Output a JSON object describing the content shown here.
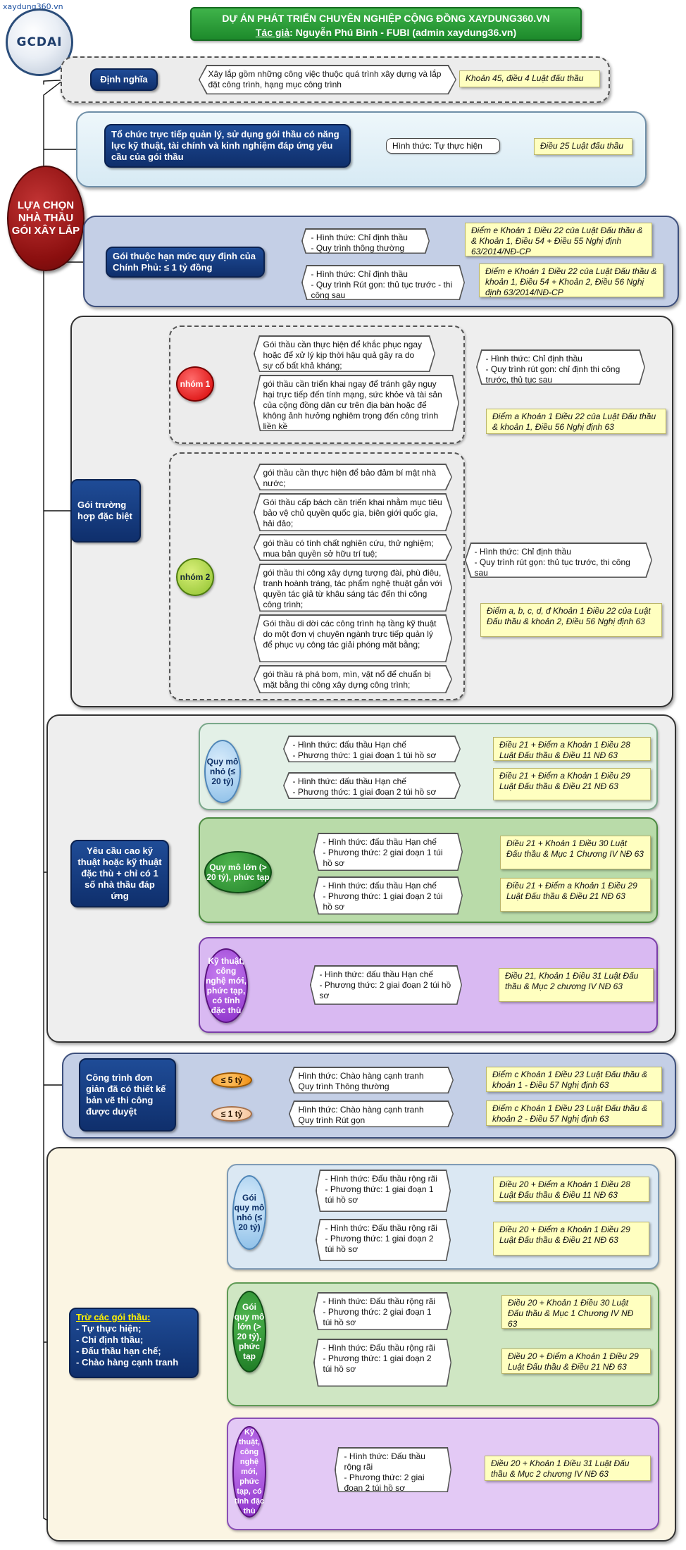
{
  "header": {
    "watermark": "xaydung360.vn",
    "logo_text": "GCDAI",
    "title_line1": "DỰ ÁN PHÁT TRIỂN CHUYÊN NGHIỆP CỘNG ĐỒNG XAYDUNG360.VN",
    "author_label": "Tác giả",
    "author_value": ": Nguyễn Phú Bình - FUBI (admin xaydung36.vn)"
  },
  "root": {
    "label": "LỰA CHỌN NHÀ THẦU GÓI XÂY LẮP"
  },
  "definition": {
    "label": "Định nghĩa",
    "text": "Xây lắp gồm những công việc thuộc quá trình xây dựng và lắp đặt công trình, hạng mục công trình",
    "ref": "Khoản 45, điều 4 Luật đấu thầu"
  },
  "self_exec": {
    "label": "Tổ chức trực tiếp quản lý, sử dụng gói thầu có năng lực kỹ thuật, tài chính và kinh nghiệm đáp ứng yêu cầu của gói thầu",
    "form": "Hình thức: Tự thực hiện",
    "ref": "Điều 25 Luật đấu thầu"
  },
  "gov_limit": {
    "label": "Gói thuộc hạn mức quy định của Chính Phủ: ≤ 1 tỷ đồng",
    "opt1": "- Hình thức: Chỉ định thầu\n- Quy trình thông thường",
    "ref1": "Điểm e Khoản 1 Điều 22 của Luật Đấu thầu & & Khoản 1, Điều 54 + Điều 55 Nghị định 63/2014/NĐ-CP",
    "opt2": "- Hình thức: Chỉ định thầu\n- Quy trình Rút gọn: thủ tục trước - thi công sau",
    "ref2": "Điểm e Khoản 1 Điều 22 của Luật Đấu thầu & khoản 1, Điều 54 + Khoản 2, Điều 56 Nghị định 63/2014/NĐ-CP"
  },
  "special": {
    "label": "Gói trường hợp đặc biệt",
    "group1": {
      "label": "nhóm 1",
      "items": [
        "Gói thầu cần thực hiện để khắc phục ngay hoặc để xử lý kịp thời hậu quả gây ra do sự cố bất khả kháng;",
        "gói thầu cần triển khai ngay để tránh gây nguy hại trực tiếp đến tính mạng, sức khỏe và tài sản của cộng đồng dân cư trên địa bàn hoặc để không ảnh hưởng nghiêm trọng đến công trình liền kề"
      ],
      "form": "- Hình thức: Chỉ định thầu\n- Quy trình rút gọn: chỉ định thi công trước, thủ tục sau",
      "ref": "Điểm a Khoản 1 Điều 22 của Luật Đấu thầu & khoản 1, Điều 56 Nghị định 63"
    },
    "group2": {
      "label": "nhóm 2",
      "items": [
        "gói thầu cần thực hiện để bảo đảm bí mật nhà nước;",
        "Gói thầu cấp bách cần triển khai nhằm mục tiêu bảo vệ chủ quyền quốc gia, biên giới quốc gia, hải đảo;",
        "gói thầu có tính chất nghiên cứu, thử nghiệm; mua bản quyền sở hữu trí tuệ;",
        "gói thầu thi công xây dựng tượng đài, phù điêu, tranh hoành tráng, tác phẩm nghệ thuật gắn với quyền tác giả từ khâu sáng tác đến thi công công trình;",
        "Gói thầu di dời các công trình hạ tầng kỹ thuật do một đơn vị chuyên ngành trực tiếp quản lý để phục vụ công tác giải phóng mặt bằng;",
        "gói thầu rà phá bom, mìn, vật nổ để chuẩn bị mặt bằng thi công xây dựng công trình;"
      ],
      "form": "- Hình thức: Chỉ định thầu\n- Quy trình rút gọn: thủ tục trước, thi công sau",
      "ref": "Điểm a, b, c, d, đ Khoản 1 Điều 22 của Luật Đấu thầu & khoản 2, Điều 56 Nghị định 63"
    }
  },
  "high_tech": {
    "label": "Yêu cầu cao kỹ thuật hoặc kỹ thuật đặc thù + chỉ có 1 số nhà thầu đáp ứng",
    "small": {
      "label": "Quy mô nhỏ (≤ 20 tỷ)",
      "opt1": "- Hình thức: đấu thầu Hạn chế\n- Phương thức: 1 giai đoạn 1 túi hồ sơ",
      "ref1": "Điều 21 + Điểm a Khoản 1 Điều 28 Luật Đấu thầu & Điều 11 NĐ 63",
      "opt2": "- Hình thức: đấu thầu Hạn chế\n- Phương thức: 1 giai đoạn 2 túi hồ sơ",
      "ref2": "Điều 21 + Điểm a Khoản 1 Điều 29 Luật Đấu thầu & Điều 21 NĐ 63"
    },
    "large": {
      "label": "Quy mô lớn (> 20 tỷ), phức tạp",
      "opt1": "- Hình thức: đấu thầu Hạn chế\n- Phương thức: 2 giai đoạn 1 túi hồ sơ",
      "ref1": "Điều 21 + Khoản 1 Điều 30 Luật Đấu thầu & Mục 1 Chương IV NĐ 63",
      "opt2": "- Hình thức: đấu thầu Hạn chế\n- Phương thức: 1 giai đoạn 2 túi hồ sơ",
      "ref2": "Điều 21 + Điểm a Khoản 1 Điều 29 Luật Đấu thầu & Điều 21 NĐ 63"
    },
    "new_tech": {
      "label": "Kỹ thuật, công nghệ mới, phức tạp, có tính đặc thù",
      "opt1": "- Hình thức: đấu thầu Hạn chế\n- Phương thức: 2 giai đoạn 2 túi hồ sơ",
      "ref1": "Điều 21, Khoản 1 Điều 31 Luật Đấu thầu & Mục 2 chương IV NĐ 63"
    }
  },
  "simple": {
    "label": "Công trình đơn giản đã có thiết kế bản vẽ thi công được duyệt",
    "tier1": "≤ 5 tỷ",
    "opt1": "Hình thức: Chào hàng cạnh tranh\nQuy trình Thông thường",
    "ref1": "Điểm c Khoản 1 Điều 23 Luật Đấu thầu & khoản 1 - Điều 57 Nghị định 63",
    "tier2": "≤ 1 tỷ",
    "opt2": "Hình thức: Chào hàng cạnh tranh\nQuy trình Rút gọn",
    "ref2": "Điểm c Khoản 1 Điều 23 Luật Đấu thầu & khoản 2 - Điều 57 Nghị định 63"
  },
  "except": {
    "title": "Trừ các gói thầu:",
    "items": [
      "- Tự thực hiện;",
      "- Chỉ định thầu;",
      "- Đấu thầu hạn chế;",
      "- Chào hàng cạnh tranh"
    ],
    "small": {
      "label": "Gói quy mô nhỏ (≤ 20 tỷ)",
      "opt1": "- Hình thức: Đấu thầu rộng rãi\n- Phương thức: 1 giai đoạn 1 túi hồ sơ",
      "ref1": "Điều 20 + Điểm a Khoản 1 Điều 28 Luật Đấu thầu & Điều 11 NĐ 63",
      "opt2": "- Hình thức: Đấu thầu rộng rãi\n- Phương thức: 1 giai đoạn 2 túi hồ sơ",
      "ref2": "Điều 20 + Điểm a Khoản 1 Điều 29 Luật Đấu thầu & Điều 21 NĐ 63"
    },
    "large": {
      "label": "Gói quy mô lớn (> 20 tỷ), phức tạp",
      "opt1": "- Hình thức: Đấu thầu rộng rãi\n- Phương thức: 2 giai đoạn 1 túi hồ sơ",
      "ref1": "Điều 20 + Khoản 1 Điều 30 Luật Đấu thầu & Mục 1 Chương IV NĐ 63",
      "opt2": "- Hình thức: Đấu thầu rộng rãi\n- Phương thức: 1 giai đoạn 2 túi hồ sơ",
      "ref2": "Điều 20 + Điểm a Khoản 1 Điều 29 Luật Đấu thầu & Điều 21 NĐ 63"
    },
    "new_tech": {
      "label": "Kỹ thuật, công nghệ mới, phức tạp, có tính đặc thù",
      "opt1": "- Hình thức: Đấu thầu rộng rãi\n- Phương thức: 2 giai đoạn 2 túi hồ sơ",
      "ref1": "Điều 20 + Khoản 1 Điều 31 Luật Đấu thầu & Mục 2 chương IV NĐ 63"
    }
  }
}
